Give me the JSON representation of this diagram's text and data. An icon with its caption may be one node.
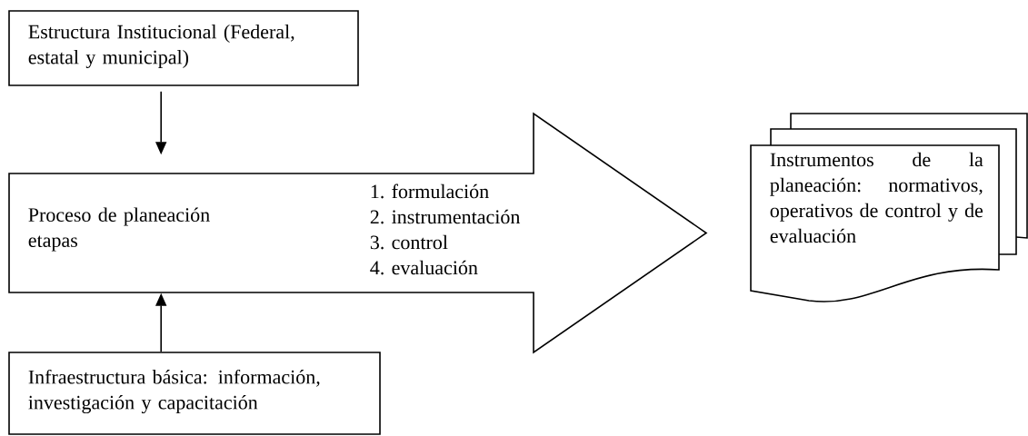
{
  "diagram": {
    "nodes": [
      {
        "text": [
          "Estructura Institucional (Federal, estatal y municipal)"
        ]
      },
      {
        "text": [
          "Proceso de planeación etapas",
          "1. formulación",
          "2. instrumentación",
          "3. control",
          "4. evaluación"
        ]
      },
      {
        "text": [
          "Infraestructura básica: información, investigación y capacitación"
        ]
      },
      {
        "text": [
          "Instrumentos de la planeación: normativos, operativos de control y de evaluación"
        ]
      }
    ],
    "edges": [
      {
        "from": 0,
        "to": 1,
        "arrow": "to"
      },
      {
        "from": 2,
        "to": 1,
        "arrow": "to"
      }
    ]
  }
}
